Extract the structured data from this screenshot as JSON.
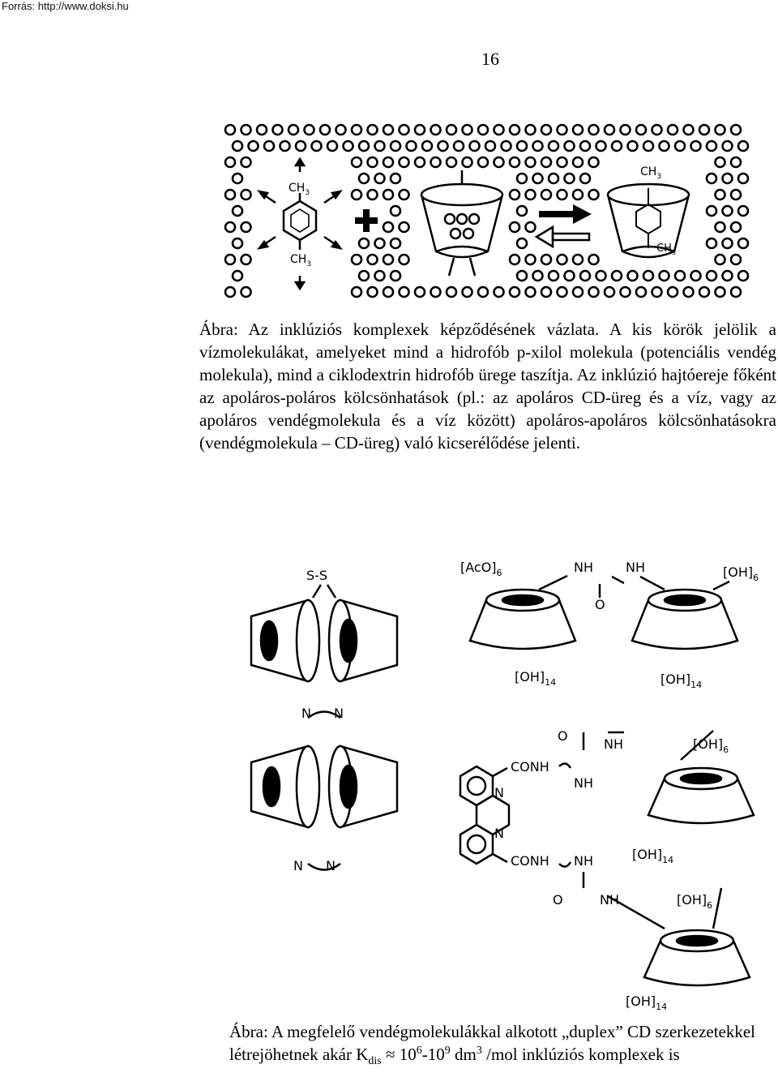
{
  "source": "Forrás: http://www.doksi.hu",
  "page_number": "16",
  "figure1": {
    "labels": {
      "ch3_top": "CH",
      "ch3_top_sub": "3",
      "ch3_bottom": "CH",
      "ch3_bottom_sub": "3",
      "ch3_complex_top": "CH",
      "ch3_complex_top_sub": "3",
      "ch3_complex_bottom": "CH",
      "ch3_complex_bottom_sub": "3"
    }
  },
  "caption1": "Ábra: Az inklúziós komplexek képződésének vázlata. A kis körök jelölik a vízmolekulákat, amelyeket mind a hidrofób p-xilol molekula (potenciális vendég molekula), mind a ciklodextrin hidrofób ürege taszítja. Az inklúzió hajtóereje főként az apoláros-poláros kölcsönhatások (pl.: az apoláros CD-üreg és a víz, vagy az apoláros vendégmolekula és a víz között) apoláros-apoláros kölcsönhatásokra (vendégmolekula – CD-üreg) való kicserélődése jelenti.",
  "figure2": {
    "s_s": "S-S",
    "n1": "N",
    "n2": "N",
    "n3": "N",
    "n4": "N",
    "aco": "[AcO]",
    "aco_sub": "6",
    "nh_a": "NH",
    "nh_b": "NH",
    "o_a": "O",
    "oh6_a": "[OH]",
    "oh6_a_sub": "6",
    "oh14_a": "[OH]",
    "oh14_a_sub": "14",
    "oh14_b": "[OH]",
    "oh14_b_sub": "14",
    "o_b": "O",
    "nh_c": "NH",
    "oh6_b": "[OH]",
    "oh6_b_sub": "6",
    "conh_a": "CONH",
    "nh_d": "NH",
    "n_ring_a": "N",
    "n_ring_b": "N",
    "conh_b": "CONH",
    "nh_e": "NH",
    "oh14_c": "[OH]",
    "oh14_c_sub": "14",
    "o_c": "O",
    "nh_f": "NH",
    "oh6_c": "[OH]",
    "oh6_c_sub": "6",
    "oh14_d": "[OH]",
    "oh14_d_sub": "14"
  },
  "caption2": {
    "part1": "Ábra: A megfelelő vendégmolekulákkal alkotott „duplex” CD szerkezetekkel létrejöhetnek akár K",
    "k_sub": "dis",
    "part2": " ≈ 10",
    "exp1": "6",
    "part3": "-10",
    "exp2": "9",
    "part4": " dm",
    "exp3": "3",
    "part5": " /mol inklúziós komplexek is"
  }
}
